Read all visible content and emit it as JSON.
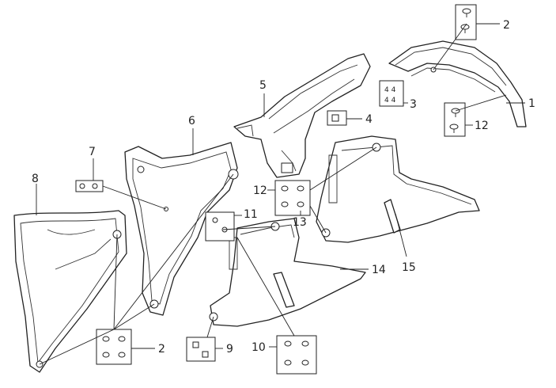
{
  "diagram": {
    "callouts": [
      {
        "id": "c1",
        "text": "1"
      },
      {
        "id": "c2a",
        "text": "2"
      },
      {
        "id": "c3",
        "text": "3"
      },
      {
        "id": "c4",
        "text": "4"
      },
      {
        "id": "c5",
        "text": "5"
      },
      {
        "id": "c6",
        "text": "6"
      },
      {
        "id": "c7",
        "text": "7"
      },
      {
        "id": "c8",
        "text": "8"
      },
      {
        "id": "c9",
        "text": "9"
      },
      {
        "id": "c10",
        "text": "10"
      },
      {
        "id": "c11",
        "text": "11"
      },
      {
        "id": "c12a",
        "text": "12"
      },
      {
        "id": "c12b",
        "text": "12"
      },
      {
        "id": "c13",
        "text": "13"
      },
      {
        "id": "c14",
        "text": "14"
      },
      {
        "id": "c15",
        "text": "15"
      },
      {
        "id": "c2b",
        "text": "2"
      }
    ]
  }
}
